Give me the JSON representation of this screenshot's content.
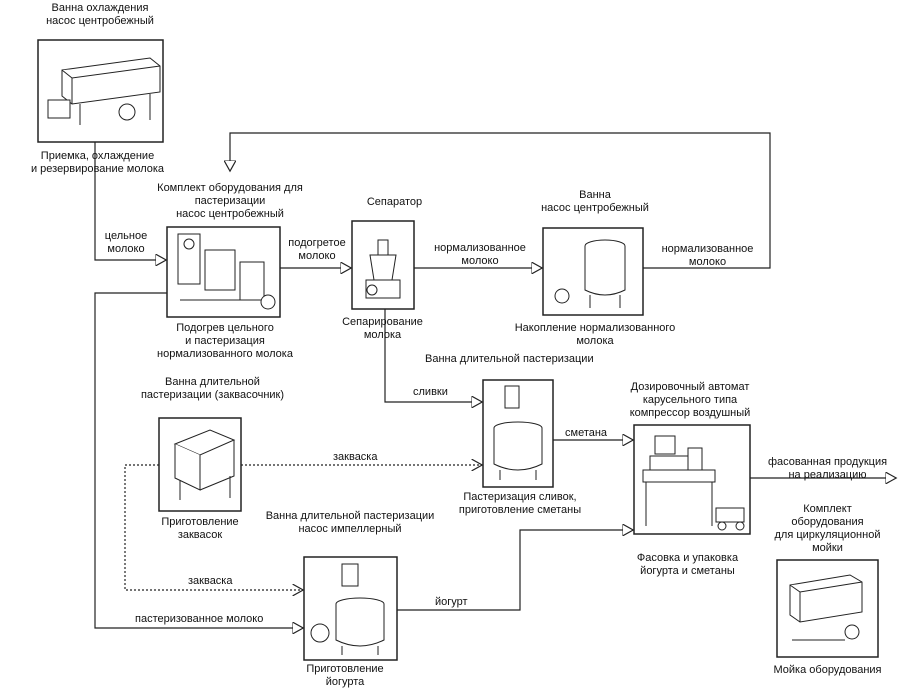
{
  "labels": {
    "cooling_bath_title": "Ванна охлаждения\nнасос центробежный",
    "receiving_caption": "Приемка, охлаждение\nи резервирование молока",
    "past_kit_title": "Комплект оборудования для\nпастеризации\nнасос центробежный",
    "whole_milk": "цельное\nмолоко",
    "preheated_milk": "подогретое\nмолоко",
    "separator_title": "Сепаратор",
    "normalized_milk_1": "нормализованное\nмолоко",
    "storage_bath_title": "Ванна\nнасос центробежный",
    "normalized_milk_2": "нормализованное\nмолоко",
    "heating_caption": "Подогрев цельного\nи пастеризация\nнормализованного молока",
    "separation_caption": "Сепарирование\nмолока",
    "accumulation_caption": "Накопление нормализованного\nмолока",
    "long_past_bath_title": "Ванна длительной пастеризации",
    "starter_bath_title": "Ванна длительной\nпастеризации (заквасочник)",
    "cream": "сливки",
    "dosing_title": "Дозировочный автомат\nкарусельного типа\nкомпрессор воздушный",
    "sour_cream": "сметана",
    "starter_1": "закваска",
    "cream_caption": "Пастеризация сливок,\nприготовление сметаны",
    "packed_product": "фасованная продукция\nна реализацию",
    "cip_title": "Комплект\nоборудования\nдля циркуляционной\nмойки",
    "starter_caption": "Приготовление\nзаквасок",
    "impeller_bath_title": "Ванна длительной пастеризации\nнасос импеллерный",
    "packing_caption": "Фасовка и упаковка\nйогурта и сметаны",
    "starter_2": "закваска",
    "yogurt": "йогурт",
    "pasteurized_milk": "пастеризованное молоко",
    "yogurt_caption": "Приготовление\nйогурта",
    "washing_caption": "Мойка оборудования"
  },
  "colors": {
    "line": "#222222",
    "arrow_fill": "#ffffff",
    "box_border": "#222222"
  }
}
